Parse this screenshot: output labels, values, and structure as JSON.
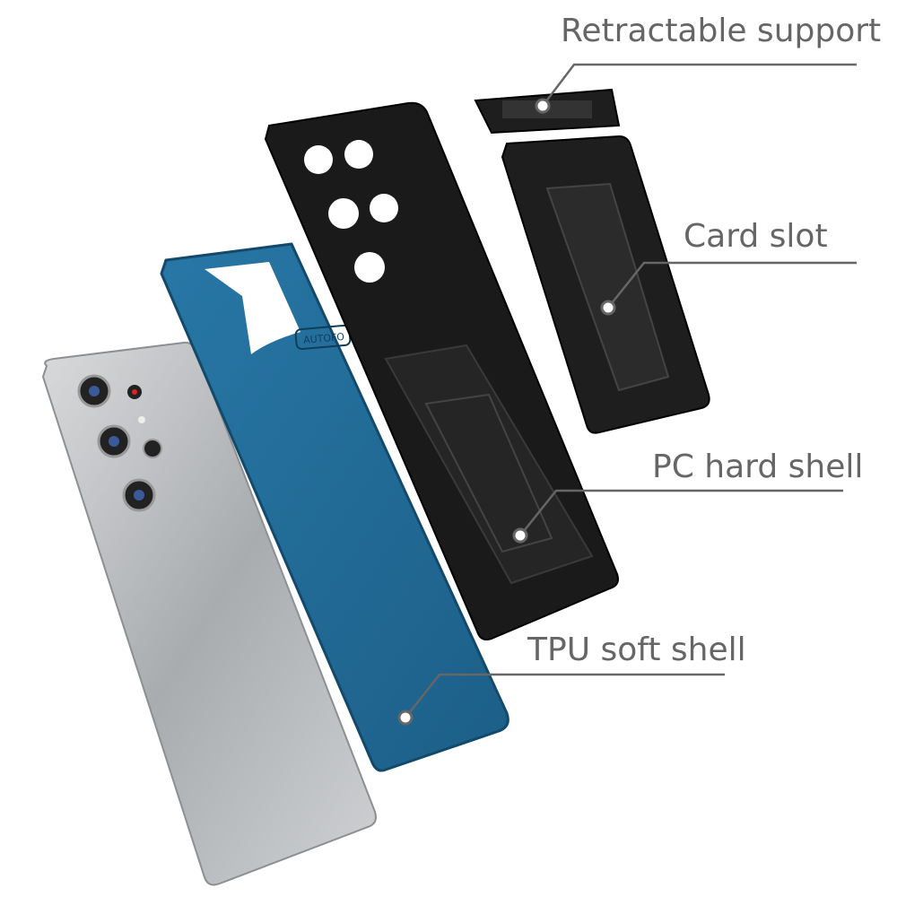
{
  "callouts": {
    "retractable_support": "Retractable support",
    "card_slot": "Card slot",
    "pc_hard_shell": "PC hard shell",
    "tpu_soft_shell": "TPU soft shell"
  },
  "case_emboss": "AUTOFO",
  "colors": {
    "label_text": "#666666",
    "tpu_blue": "#1f6591",
    "pc_black": "#1a1a1a",
    "phone_silver": "#b5b8bb"
  }
}
